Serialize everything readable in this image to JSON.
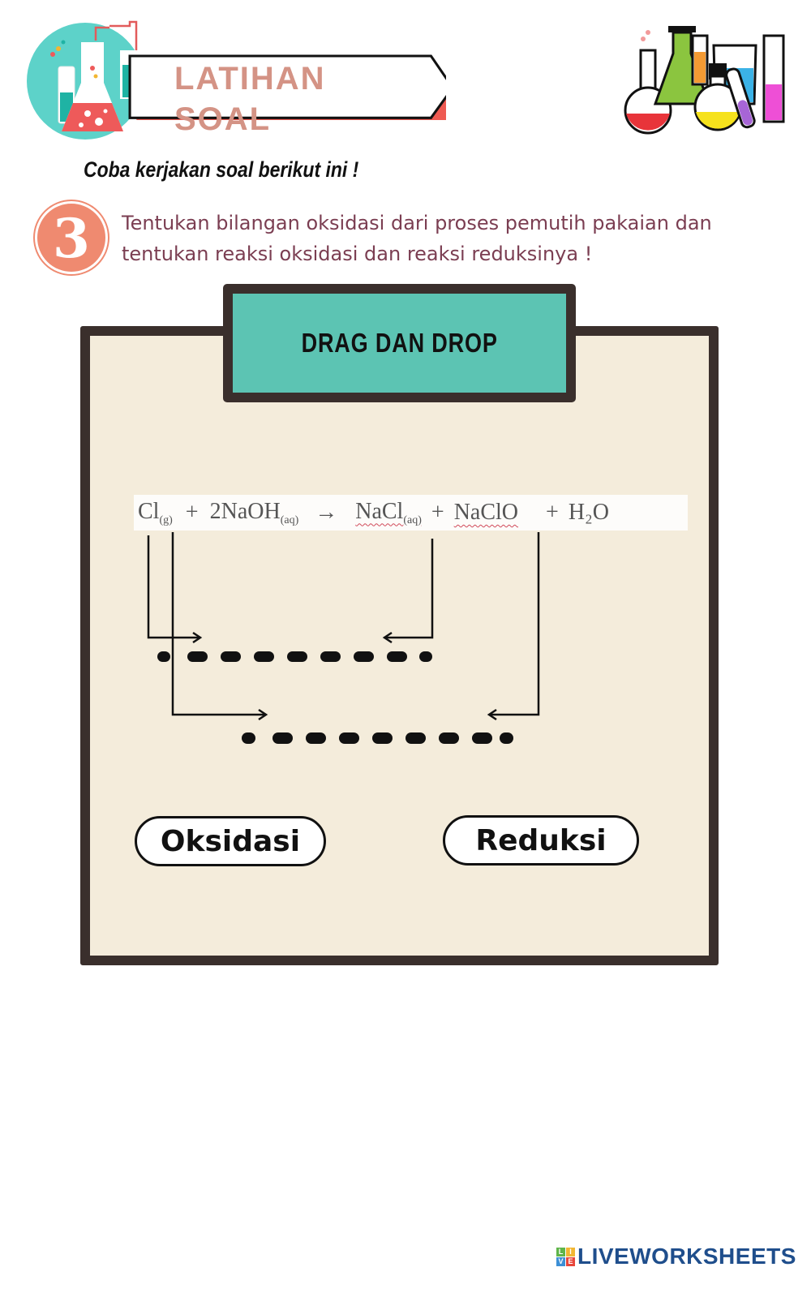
{
  "header": {
    "title": "LATIHAN SOAL",
    "left_icon": "chemistry-flask-badge-icon",
    "right_icon": "lab-glassware-illustration-icon"
  },
  "instruction": "Coba kerjakan soal berikut ini !",
  "question": {
    "number": "3",
    "line1": "Tentukan bilangan oksidasi dari proses pemutih pakaian dan",
    "line2": "tentukan reaksi oksidasi dan reaksi reduksinya !"
  },
  "activity": {
    "tab_label": "DRAG DAN DROP",
    "equation": {
      "terms": [
        {
          "formula": "Cl",
          "state": "(g)"
        },
        {
          "op": "+"
        },
        {
          "formula": "2NaOH",
          "state": "(aq)"
        },
        {
          "op": "→"
        },
        {
          "formula": "NaCl",
          "state": "(aq)"
        },
        {
          "op": "+"
        },
        {
          "formula": "NaClO",
          "state": ""
        },
        {
          "op": "+"
        },
        {
          "formula": "H₂O",
          "state": ""
        }
      ]
    },
    "drop_zones": [
      {
        "id": "upper",
        "placeholder": "..........",
        "connects": [
          "Cl",
          "NaCl"
        ]
      },
      {
        "id": "lower",
        "placeholder": "..........",
        "connects": [
          "Cl",
          "NaClO"
        ]
      }
    ],
    "options": [
      {
        "label": "Oksidasi"
      },
      {
        "label": "Reduksi"
      }
    ]
  },
  "footer": {
    "logo_letters": [
      "L",
      "I",
      "V",
      "E"
    ],
    "logo_colors": [
      "#5fb54a",
      "#f2b632",
      "#3d8fd6",
      "#e8463b"
    ],
    "brand": "LIVEWORKSHEETS"
  }
}
